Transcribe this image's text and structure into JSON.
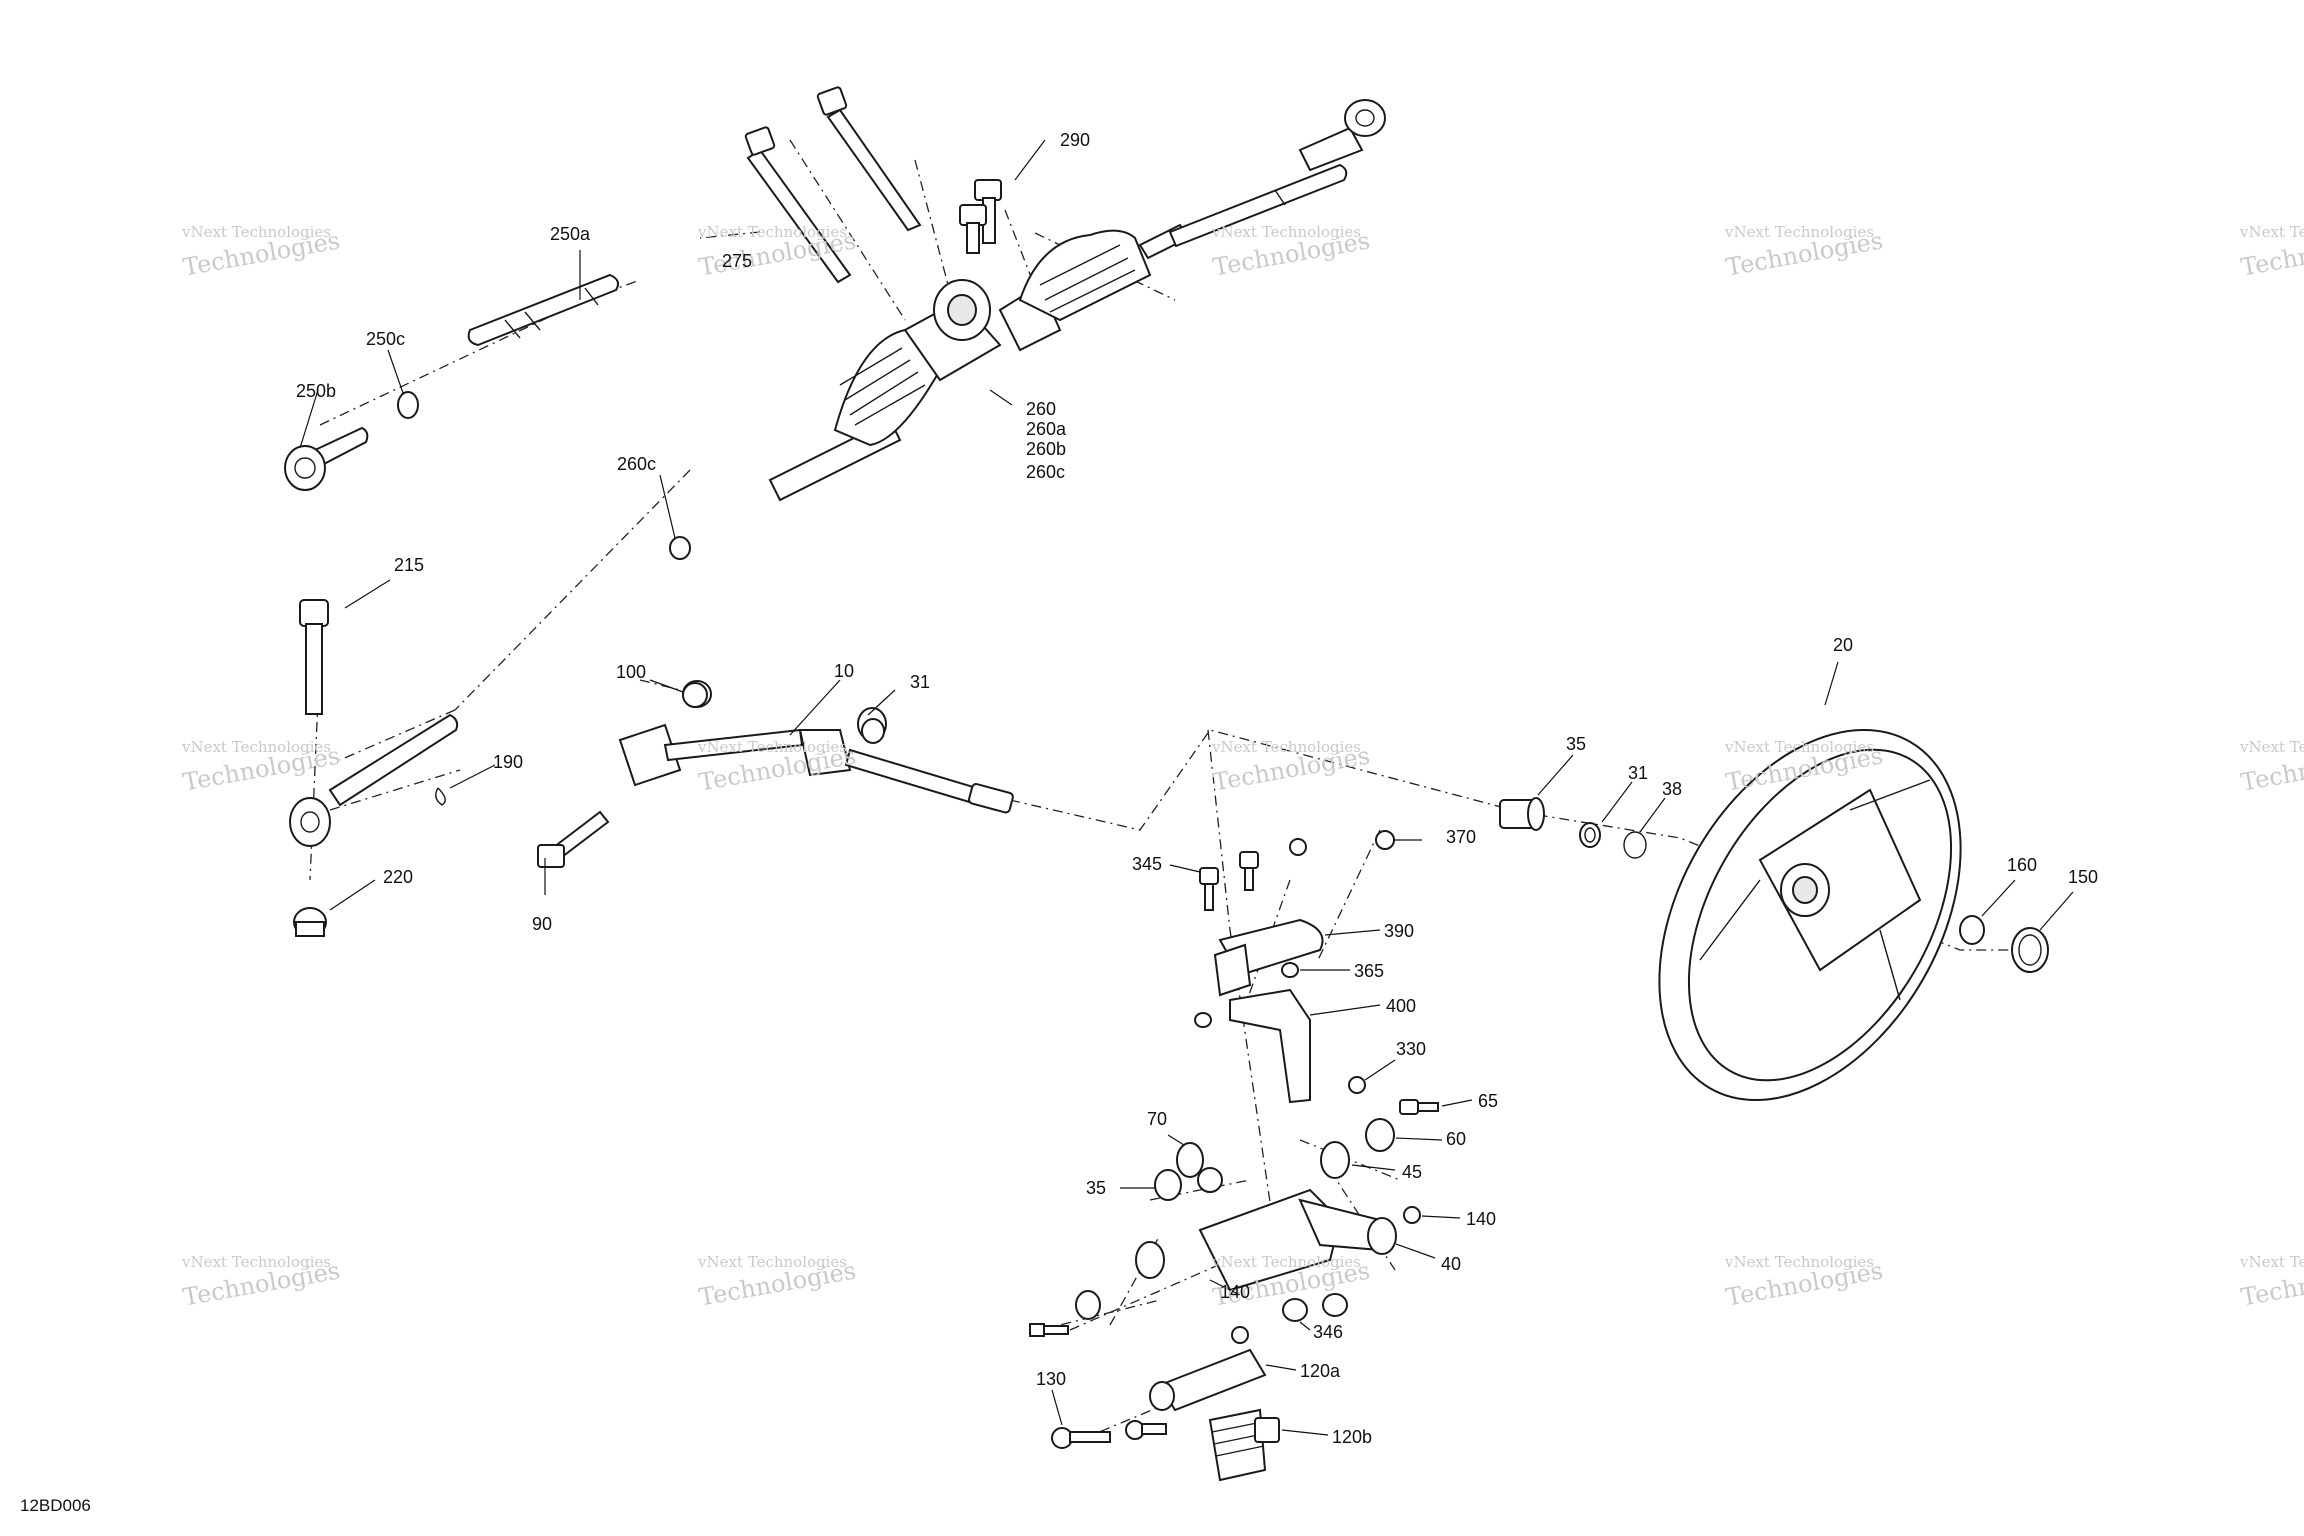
{
  "diagram_code": "12BD006",
  "watermark": {
    "line1": "vNext Technologies",
    "line2": "Technologies"
  },
  "callouts": {
    "c10": "10",
    "c20": "20",
    "c31a": "31",
    "c31b": "31",
    "c35a": "35",
    "c35b": "35",
    "c38": "38",
    "c40": "40",
    "c45": "45",
    "c60": "60",
    "c65": "65",
    "c70": "70",
    "c90": "90",
    "c100": "100",
    "c120a": "120a",
    "c120b": "120b",
    "c130": "130",
    "c140a": "140",
    "c140b": "140",
    "c150": "150",
    "c160": "160",
    "c190": "190",
    "c215": "215",
    "c220": "220",
    "c250a": "250a",
    "c250b": "250b",
    "c250c": "250c",
    "c260": "260",
    "c260a": "260a",
    "c260b": "260b",
    "c260c": "260c",
    "c260c2": "260c",
    "c275": "275",
    "c290": "290",
    "c330": "330",
    "c345": "345",
    "c346": "346",
    "c365": "365",
    "c370": "370",
    "c390": "390",
    "c400": "400"
  }
}
